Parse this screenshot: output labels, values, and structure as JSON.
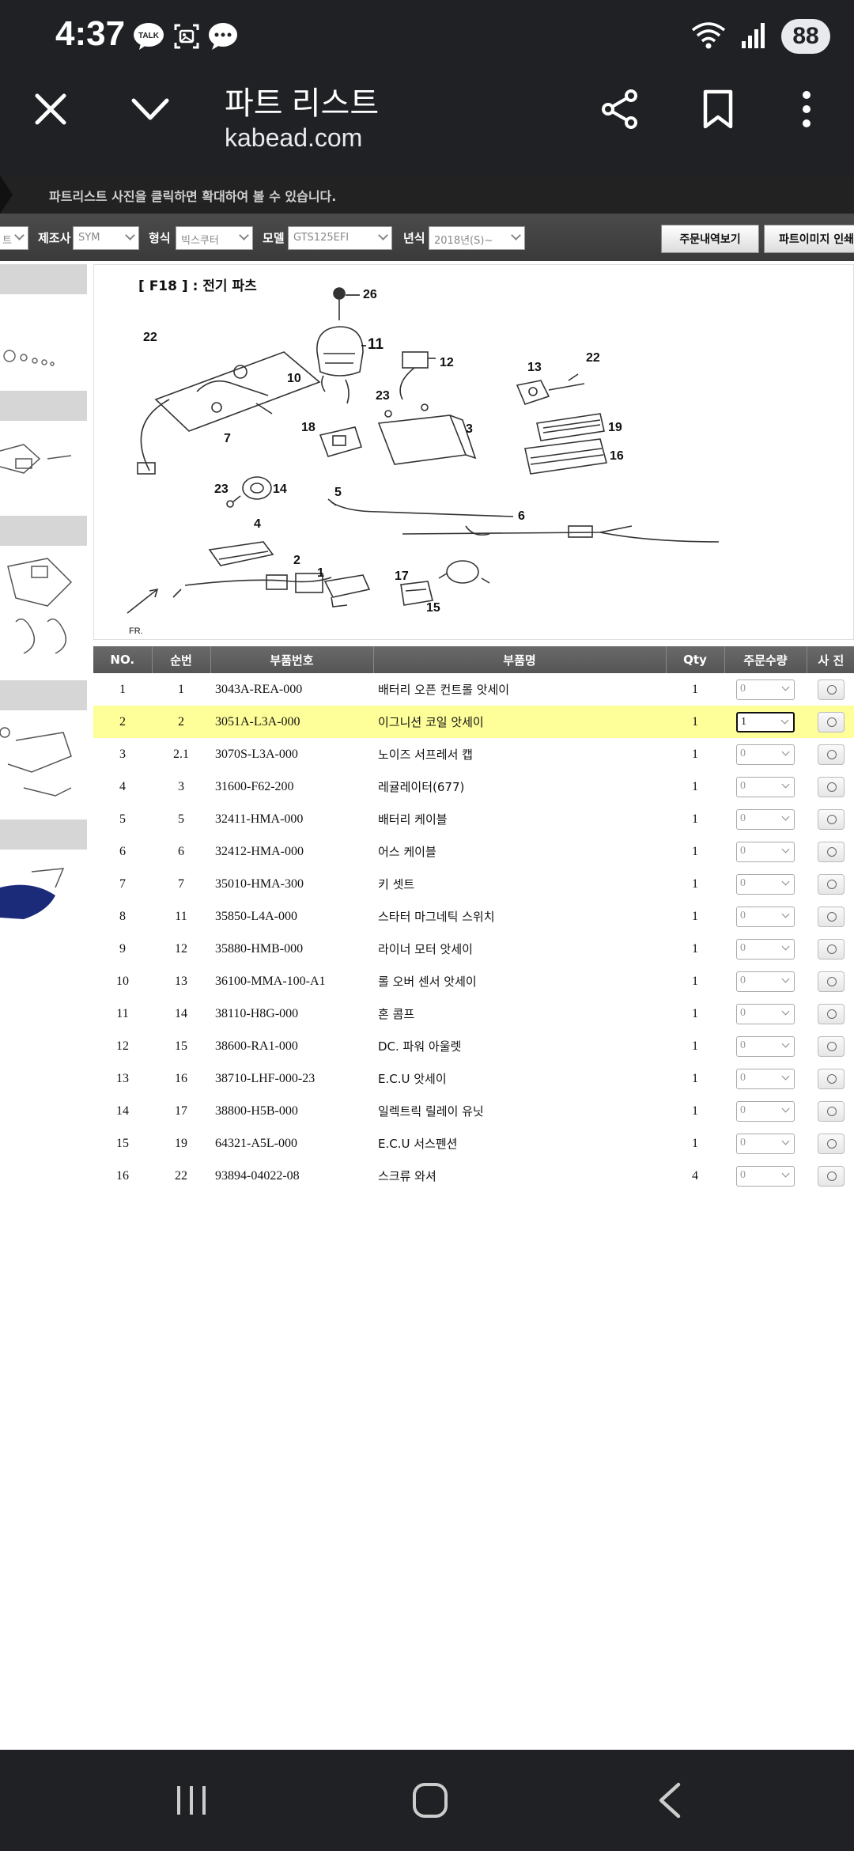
{
  "status": {
    "time": "4:37",
    "battery": "88",
    "notifications": [
      "kakaotalk-icon",
      "gallery-icon",
      "message-icon"
    ],
    "talk_label": "TALK"
  },
  "header": {
    "title": "파트 리스트",
    "url": "kabead.com"
  },
  "notice": "파트리스트 사진을 클릭하면 확대하여 볼 수 있습니다.",
  "filters": {
    "first_value": "트",
    "maker_label": "제조사",
    "maker_value": "SYM",
    "type_label": "형식",
    "type_value": "빅스쿠터",
    "model_label": "모델",
    "model_value": "GTS125EFI",
    "year_label": "년식",
    "year_value": "2018년(S)~",
    "order_history_button": "주문내역보기",
    "print_button": "파트이미지 인쇄"
  },
  "diagram": {
    "title": "[ F18 ] : 전기 파츠",
    "callouts": [
      "26",
      "11",
      "22",
      "10",
      "12",
      "23",
      "3",
      "13",
      "22",
      "19",
      "16",
      "18",
      "7",
      "14",
      "23",
      "4",
      "5",
      "6",
      "2",
      "1",
      "17",
      "15",
      "FR."
    ]
  },
  "table": {
    "headers": [
      "NO.",
      "순번",
      "부품번호",
      "부품명",
      "Qty",
      "주문수량",
      "사 진"
    ],
    "rows": [
      {
        "no": "1",
        "seq": "1",
        "part": "3043A-REA-000",
        "name": "배터리 오픈 컨트롤 앗세이",
        "qty": "1",
        "order": "0"
      },
      {
        "no": "2",
        "seq": "2",
        "part": "3051A-L3A-000",
        "name": "이그니션 코일 앗세이",
        "qty": "1",
        "order": "1"
      },
      {
        "no": "3",
        "seq": "2.1",
        "part": "3070S-L3A-000",
        "name": "노이즈 서프레서 캡",
        "qty": "1",
        "order": "0"
      },
      {
        "no": "4",
        "seq": "3",
        "part": "31600-F62-200",
        "name": "레귤레이터(677)",
        "qty": "1",
        "order": "0"
      },
      {
        "no": "5",
        "seq": "5",
        "part": "32411-HMA-000",
        "name": "배터리 케이블",
        "qty": "1",
        "order": "0"
      },
      {
        "no": "6",
        "seq": "6",
        "part": "32412-HMA-000",
        "name": "어스 케이블",
        "qty": "1",
        "order": "0"
      },
      {
        "no": "7",
        "seq": "7",
        "part": "35010-HMA-300",
        "name": "키 셋트",
        "qty": "1",
        "order": "0"
      },
      {
        "no": "8",
        "seq": "11",
        "part": "35850-L4A-000",
        "name": "스타터 마그네틱 스위치",
        "qty": "1",
        "order": "0"
      },
      {
        "no": "9",
        "seq": "12",
        "part": "35880-HMB-000",
        "name": "라이너 모터 앗세이",
        "qty": "1",
        "order": "0"
      },
      {
        "no": "10",
        "seq": "13",
        "part": "36100-MMA-100-A1",
        "name": "롤 오버 센서 앗세이",
        "qty": "1",
        "order": "0"
      },
      {
        "no": "11",
        "seq": "14",
        "part": "38110-H8G-000",
        "name": "혼 콤프",
        "qty": "1",
        "order": "0"
      },
      {
        "no": "12",
        "seq": "15",
        "part": "38600-RA1-000",
        "name": "DC. 파워 아울렛",
        "qty": "1",
        "order": "0"
      },
      {
        "no": "13",
        "seq": "16",
        "part": "38710-LHF-000-23",
        "name": "E.C.U 앗세이",
        "qty": "1",
        "order": "0"
      },
      {
        "no": "14",
        "seq": "17",
        "part": "38800-H5B-000",
        "name": "일렉트릭 릴레이 유닛",
        "qty": "1",
        "order": "0"
      },
      {
        "no": "15",
        "seq": "19",
        "part": "64321-A5L-000",
        "name": "E.C.U 서스펜션",
        "qty": "1",
        "order": "0"
      },
      {
        "no": "16",
        "seq": "22",
        "part": "93894-04022-08",
        "name": "스크류 와셔",
        "qty": "4",
        "order": "0"
      }
    ]
  },
  "colors": {
    "system_bar": "#202124",
    "highlight_row": "#ffff99",
    "table_header": "#606060"
  }
}
